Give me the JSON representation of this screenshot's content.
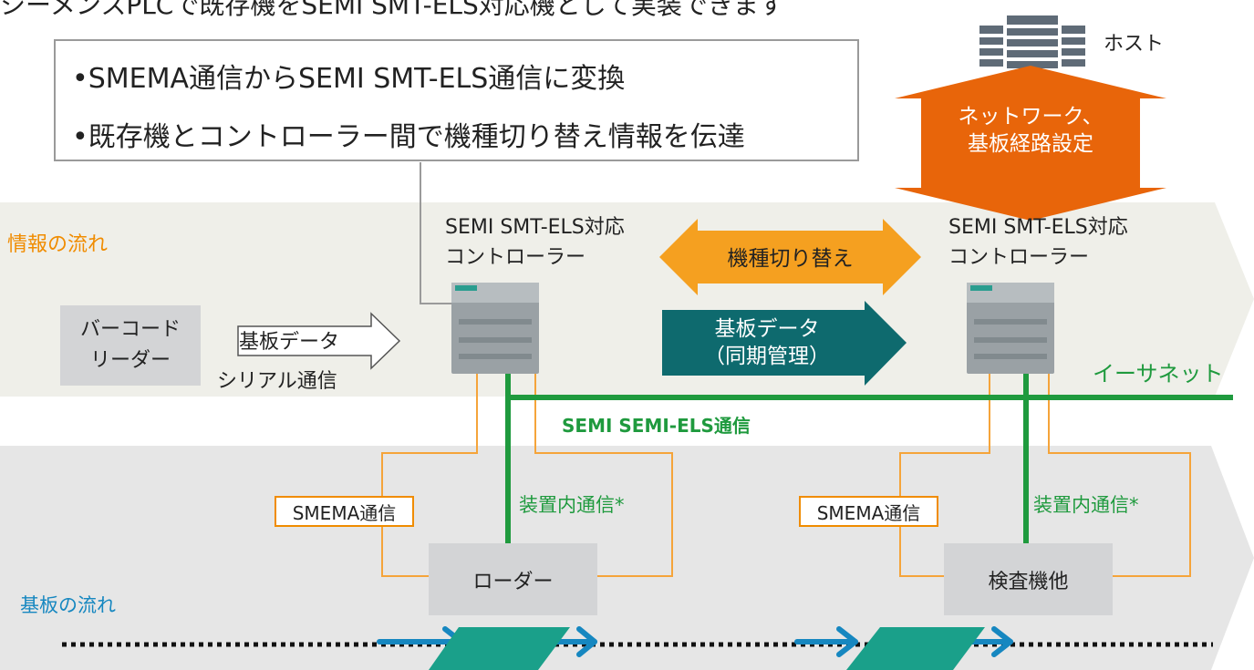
{
  "title": "シーメンスPLCで既存機をSEMI SMT-ELS対応機として実装できます",
  "callout": {
    "bullet1": "SMEMA通信からSEMI SMT-ELS通信に変換",
    "bullet2": "既存機とコントローラー間で機種切り替え情報を伝達"
  },
  "host": {
    "label": "ホスト",
    "icon": "server-icon"
  },
  "network_arrow": {
    "line1": "ネットワーク、",
    "line2": "基板経路設定"
  },
  "info_flow_label": "情報の流れ",
  "board_flow_label": "基板の流れ",
  "controller_left": {
    "line1": "SEMI SMT-ELS対応",
    "line2": "コントローラー"
  },
  "controller_right": {
    "line1": "SEMI SMT-ELS対応",
    "line2": "コントローラー"
  },
  "model_switch": "機種切り替え",
  "board_data_sync": {
    "line1": "基板データ",
    "line2": "（同期管理）"
  },
  "barcode_reader": {
    "line1": "バーコード",
    "line2": "リーダー"
  },
  "board_data_label": "基板データ",
  "serial_label": "シリアル通信",
  "ethernet_label": "イーサネット",
  "semi_els_label": "SEMI SEMI-ELS通信",
  "smema_left": "SMEMA通信",
  "smema_right": "SMEMA通信",
  "internal_left": "装置内通信*",
  "internal_right": "装置内通信*",
  "loader": "ローダー",
  "inspection": "検査機他",
  "colors": {
    "orange": "#f08c00",
    "network_orange": "#e8650a",
    "teal": "#0e6a6e",
    "green": "#1f9a3e",
    "blue": "#1687c0",
    "board": "#1aa08a"
  }
}
